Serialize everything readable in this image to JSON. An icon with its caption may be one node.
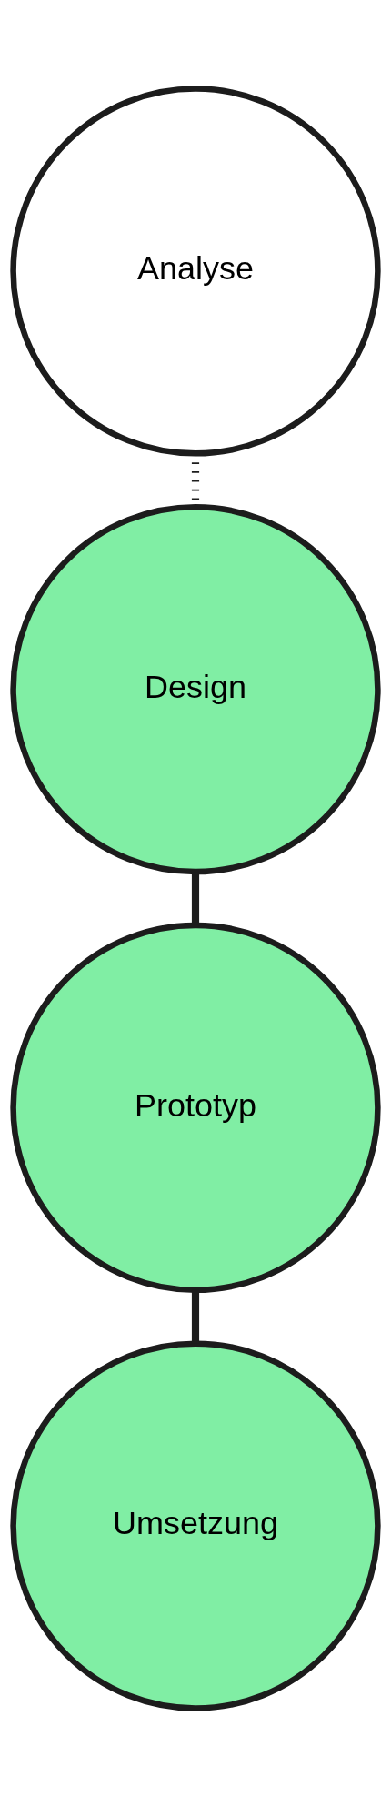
{
  "diagram": {
    "nodes": [
      {
        "text": [
          "Analyse"
        ]
      },
      {
        "text": [
          "Design"
        ]
      },
      {
        "text": [
          "Prototyp"
        ]
      },
      {
        "text": [
          "Umsetzung"
        ]
      }
    ],
    "edges": [
      {
        "from": 0,
        "to": 1,
        "arrow": "none",
        "style": "dashed"
      },
      {
        "from": 1,
        "to": 2,
        "arrow": "none"
      },
      {
        "from": 2,
        "to": 3,
        "arrow": "none"
      }
    ]
  }
}
